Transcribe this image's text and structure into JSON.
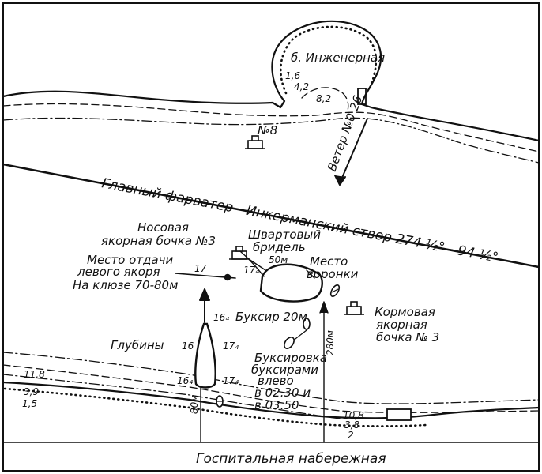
{
  "places": {
    "bay": "б. Инженерная",
    "fairway": "Главный фарватер - Инкерманский створ  274 ½° - 94 ½°",
    "embankment": "Госпитальная набережная",
    "buoy8": "№8",
    "wind": "Ветер №0 26"
  },
  "labels": {
    "bow_buoy": [
      "Носовая",
      "якорная бочка №3"
    ],
    "stern_buoy": [
      "Кормовая",
      "якорная",
      "бочка № 3"
    ],
    "mooring": [
      "Швартовый",
      "бридель"
    ],
    "mooring_len": "50м",
    "crater": [
      "Место",
      "воронки"
    ],
    "anchor": [
      "Место отдачи",
      "левого якоря",
      "На клюзе  70-80м"
    ],
    "tug": "Буксир 20м",
    "towing": [
      "Буксировка",
      "буксирами",
      "влево",
      "в 02.30 и",
      "в 03.50"
    ],
    "depths_title": "Глубины",
    "dist_280": "280м",
    "dist_80": "80м"
  },
  "depths": {
    "upper_shore": [
      "1,6",
      "4,2",
      "8,2"
    ],
    "lower_left": [
      "11,8",
      "3,9",
      "1,5"
    ],
    "lower_right": [
      "10,8",
      "3,8",
      "2"
    ],
    "channel": [
      "17",
      "17₄",
      "16₄",
      "16",
      "17₄",
      "16₄",
      "17₄"
    ]
  },
  "colors": {
    "ink": "#111111",
    "paper": "#ffffff"
  }
}
